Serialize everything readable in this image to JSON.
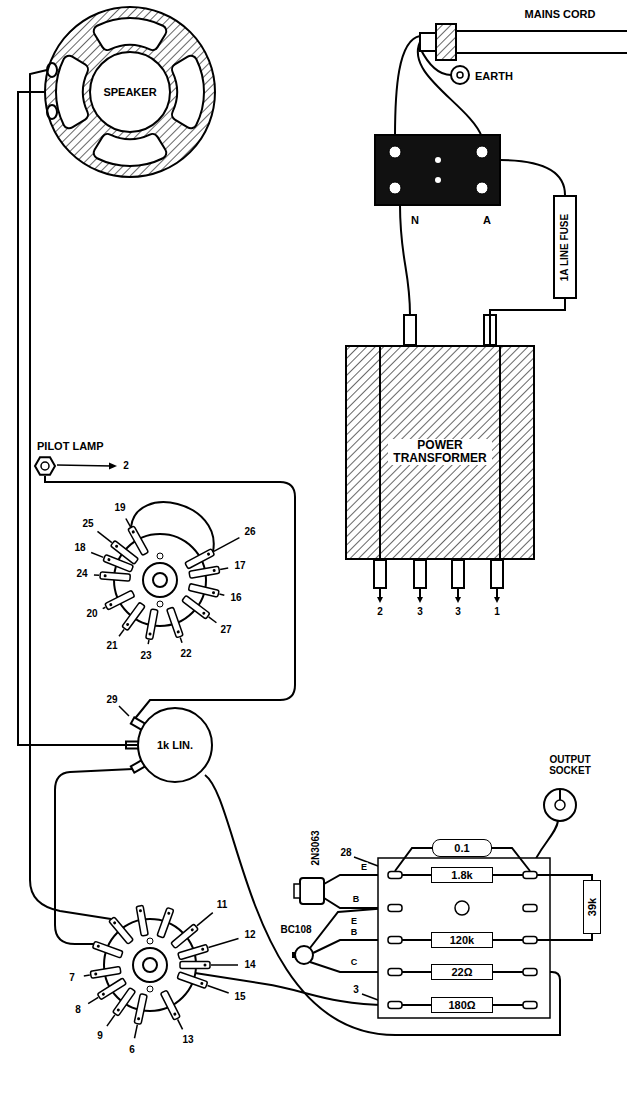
{
  "diagram": {
    "nodes": [
      {
        "text": [
          "SPEAKER"
        ]
      },
      {
        "text": [
          "1A LINE FUSE"
        ]
      },
      {
        "text": [
          "POWER TRANSFORMER"
        ]
      },
      {
        "text": [
          "1k LIN."
        ]
      },
      {
        "text": [
          "0.1"
        ]
      },
      {
        "text": [
          "1.8k"
        ]
      },
      {
        "text": [
          "39k"
        ]
      },
      {
        "text": [
          "120k"
        ]
      },
      {
        "text": [
          "22Ω"
        ]
      },
      {
        "text": [
          "180Ω"
        ]
      }
    ],
    "edges": [
      {
        "from": 1,
        "to": 2,
        "arrow": "none"
      },
      {
        "from": 0,
        "to": 3,
        "arrow": "none"
      }
    ],
    "labels": [
      "MAINS CORD",
      "EARTH",
      "N",
      "A",
      "PILOT LAMP",
      "2",
      "19",
      "25",
      "26",
      "18",
      "17",
      "24",
      "16",
      "20",
      "27",
      "21",
      "23",
      "22",
      "2",
      "3",
      "3",
      "1",
      "29",
      "OUTPUT SOCKET",
      "2N3063",
      "28",
      "E",
      "B",
      "E",
      "BC108",
      "B",
      "C",
      "3",
      "11",
      "12",
      "7",
      "14",
      "8",
      "15",
      "9",
      "13",
      "6"
    ]
  }
}
